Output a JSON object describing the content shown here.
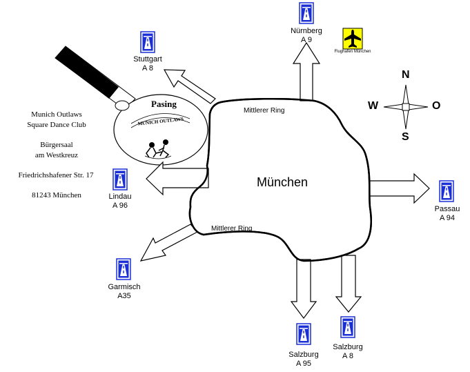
{
  "city": "München",
  "ring_road": "Mittlerer Ring",
  "district": "Pasing",
  "logo_text": "MUNICH OUTLAWS",
  "club": {
    "name_line1": "Munich Outlaws",
    "name_line2": "Square Dance Club",
    "venue_line1": "Bürgersaal",
    "venue_line2": "am Westkreuz",
    "street": "Friedrichshafener Str. 17",
    "postal": "81243 München"
  },
  "highways": [
    {
      "city": "Nürnberg",
      "road": "A 9",
      "icon": "autobahn-sign-icon"
    },
    {
      "city": "Stuttgart",
      "road": "A 8",
      "icon": "autobahn-sign-icon"
    },
    {
      "city": "Lindau",
      "road": "A 96",
      "icon": "autobahn-sign-icon"
    },
    {
      "city": "Passau",
      "road": "A 94",
      "icon": "autobahn-sign-icon"
    },
    {
      "city": "Garmisch",
      "road": "A35",
      "icon": "autobahn-sign-icon"
    },
    {
      "city": "Salzburg",
      "road": "A 95",
      "icon": "autobahn-sign-icon"
    },
    {
      "city": "Salzburg",
      "road": "A 8",
      "icon": "autobahn-sign-icon"
    }
  ],
  "airport": {
    "label": "Flughafen München",
    "icon": "airplane-icon",
    "color": "#ffff00"
  },
  "compass": {
    "north": "N",
    "south": "S",
    "west": "W",
    "east": "O"
  },
  "colors": {
    "sign_blue": "#1a2fd6",
    "ink": "#000000"
  }
}
